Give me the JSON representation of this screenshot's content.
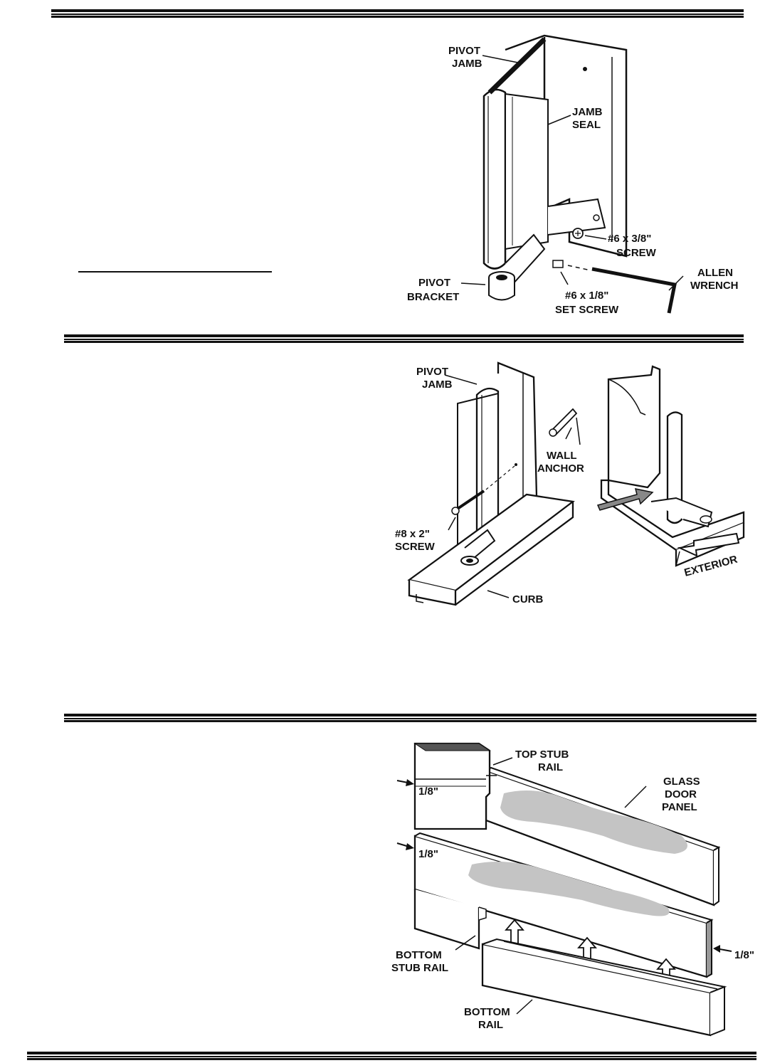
{
  "figure1": {
    "labels": {
      "pivot_jamb": [
        "PIVOT",
        "JAMB"
      ],
      "jamb_seal": [
        "JAMB",
        "SEAL"
      ],
      "screw": [
        "#6 x 3/8\"",
        "SCREW"
      ],
      "allen_wrench": [
        "ALLEN",
        "WRENCH"
      ],
      "pivot_bracket": [
        "PIVOT",
        "BRACKET"
      ],
      "set_screw": [
        "#6 x 1/8\"",
        "SET SCREW"
      ]
    }
  },
  "figure2": {
    "labels": {
      "pivot_jamb": [
        "PIVOT",
        "JAMB"
      ],
      "wall_anchor": [
        "WALL",
        "ANCHOR"
      ],
      "screw": [
        "#8 x 2\"",
        "SCREW"
      ],
      "curb": "CURB",
      "exterior": "EXTERIOR"
    }
  },
  "figure3": {
    "labels": {
      "top_stub_rail": [
        "TOP STUB",
        "RAIL"
      ],
      "glass_door_panel": [
        "GLASS",
        "DOOR",
        "PANEL"
      ],
      "gap_1": "1/8\"",
      "gap_2": "1/8\"",
      "gap_3": "1/8\"",
      "bottom_stub_rail": [
        "BOTTOM",
        "STUB RAIL"
      ],
      "bottom_rail": [
        "BOTTOM",
        "RAIL"
      ]
    }
  }
}
